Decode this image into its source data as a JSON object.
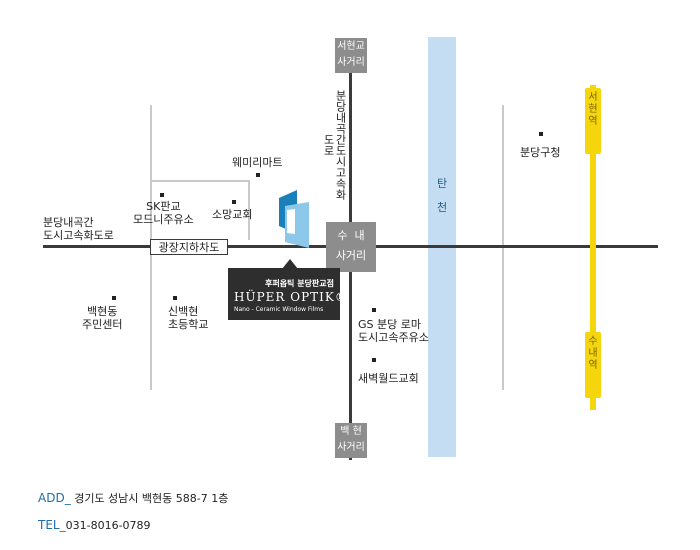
{
  "labels": {
    "seohyeon_box": "서현교\n사거리",
    "baekhyeon_box": "백 현\n사거리",
    "sunae_box": "수  내\n사거리",
    "gwangjang_box": "광장지하차도",
    "expressway": "분당내곡간도시고속화도로",
    "west_road": "분당내곡간\n도시고속화도로",
    "river": "탄\n\n천",
    "seohyeon_station": "서현역",
    "sunae_station": "수내역",
    "wemi_mart": "웨미리마트",
    "sk_gas": "SK판교\n모드니주유소",
    "somang": "소망교회",
    "baekhyeon_center": "백현동\n주민센터",
    "sinbaek_school": "신백현\n초등학교",
    "bundang_office": "분당구청",
    "gs_gas": "GS 분당 로마\n도시고속주유소",
    "saebyeok": "새벽월드교회"
  },
  "shop": {
    "sub": "후퍼옵틱 분당판교점",
    "brand": "HÜPER OPTIK®",
    "tagline": "Nano - Ceramic Window Films"
  },
  "footer": {
    "add_key": "ADD_",
    "add_value": " 경기도 성남시 백현동 588-7 1층",
    "tel_key": "TEL_",
    "tel_value": "031-8016-0789"
  },
  "colors": {
    "river": "#c5ddf3",
    "subway_line": "#f5d50b",
    "logo_blue": "#1b7fb9",
    "logo_light": "#8cc8ea",
    "footer_key": "#1f6fa8"
  }
}
